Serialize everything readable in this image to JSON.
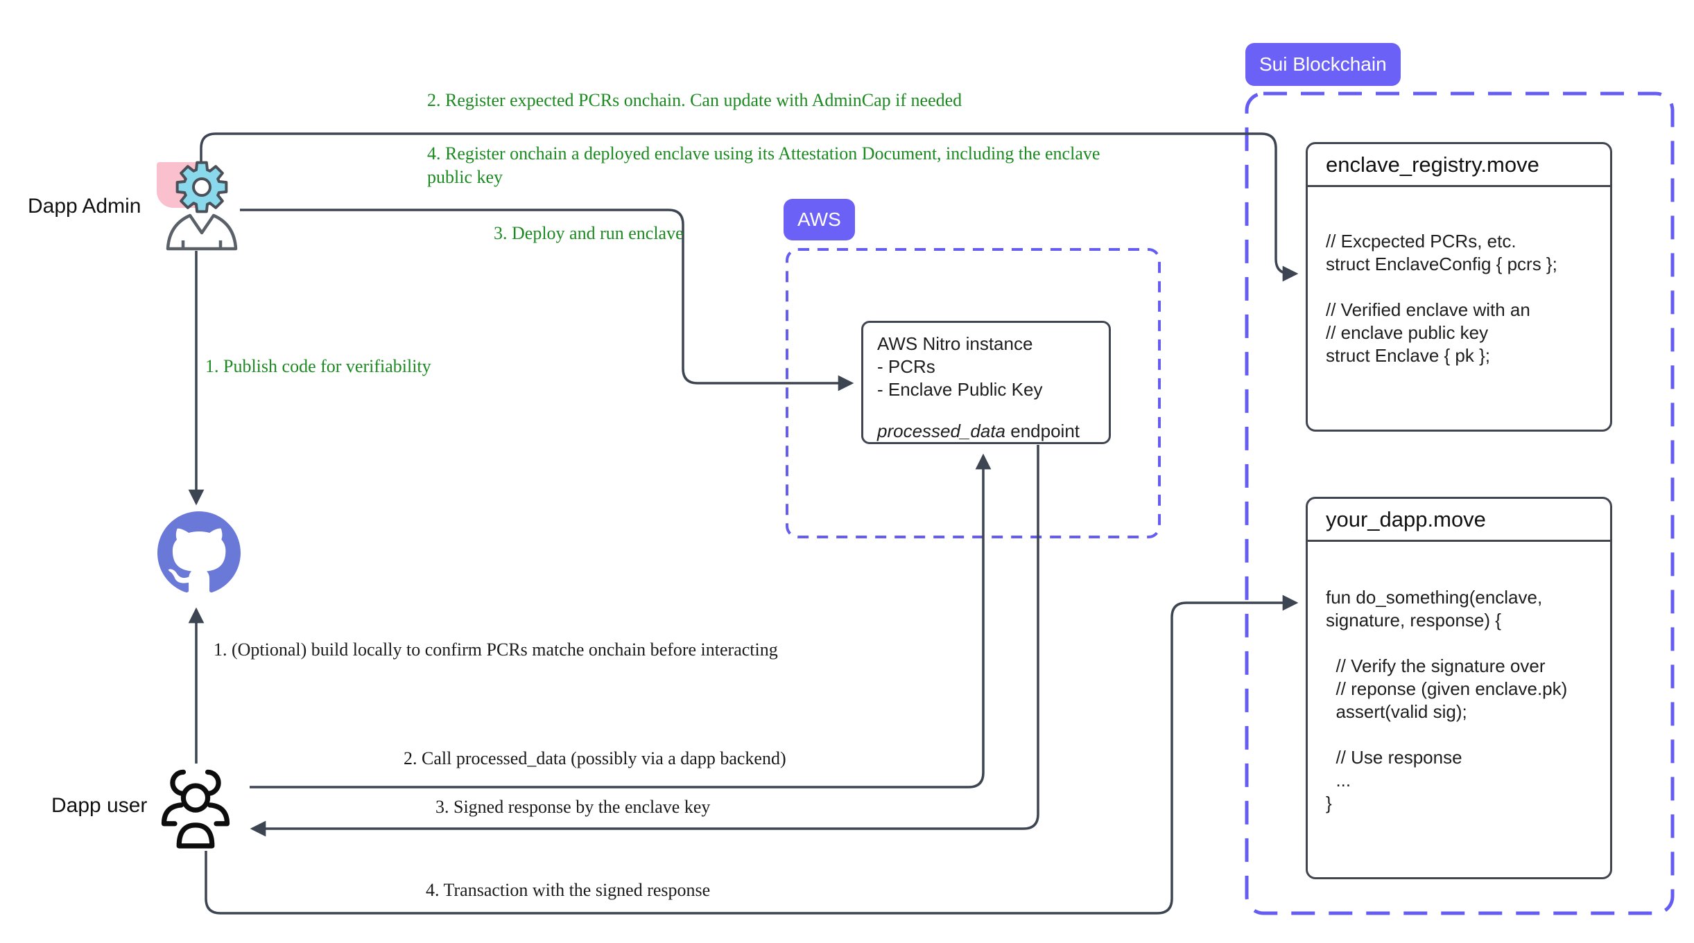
{
  "colors": {
    "wire": "#3d4452",
    "box_border": "#3f4652",
    "accent_purple": "#6b61f6",
    "dash_purple": "#655cf2",
    "github_blue": "#6a78d7",
    "gear_cyan": "#8ad8eb",
    "gear_pink": "#fbc0cd",
    "step_green": "#1b8a20"
  },
  "actors": {
    "admin": {
      "label": "Dapp Admin"
    },
    "user": {
      "label": "Dapp user"
    }
  },
  "badges": {
    "aws": "AWS",
    "sui": "Sui Blockchain"
  },
  "green_steps": {
    "publish": "1. Publish code for verifiability",
    "register_pcrs": "2. Register expected PCRs onchain. Can update with AdminCap if needed",
    "deploy": "3. Deploy and run enclave",
    "register_enclave": "4. Register onchain a deployed enclave using its Attestation Document, including the enclave public key"
  },
  "user_steps": {
    "build": "1. (Optional) build locally to confirm PCRs matche onchain before interacting",
    "call": "2. Call processed_data (possibly via a dapp backend)",
    "signed": "3. Signed response by the enclave key",
    "tx": "4. Transaction with the signed response"
  },
  "aws_nitro": {
    "title": "AWS Nitro instance",
    "item1": "- PCRs",
    "item2": "- Enclave Public Key",
    "endpoint_name": "processed_data",
    "endpoint_suffix": " endpoint"
  },
  "registry": {
    "title": "enclave_registry.move",
    "code": [
      "// Excpected PCRs, etc.",
      "struct EnclaveConfig { pcrs };",
      "",
      "// Verified enclave with an",
      "// enclave public key",
      "struct Enclave { pk };"
    ]
  },
  "dapp": {
    "title": "your_dapp.move",
    "code": [
      "fun do_something(enclave,",
      "signature, response) {",
      "",
      "  // Verify the signature over",
      "  // reponse (given enclave.pk)",
      "  assert(valid sig);",
      "",
      "  // Use response",
      "  ...",
      "}"
    ]
  }
}
